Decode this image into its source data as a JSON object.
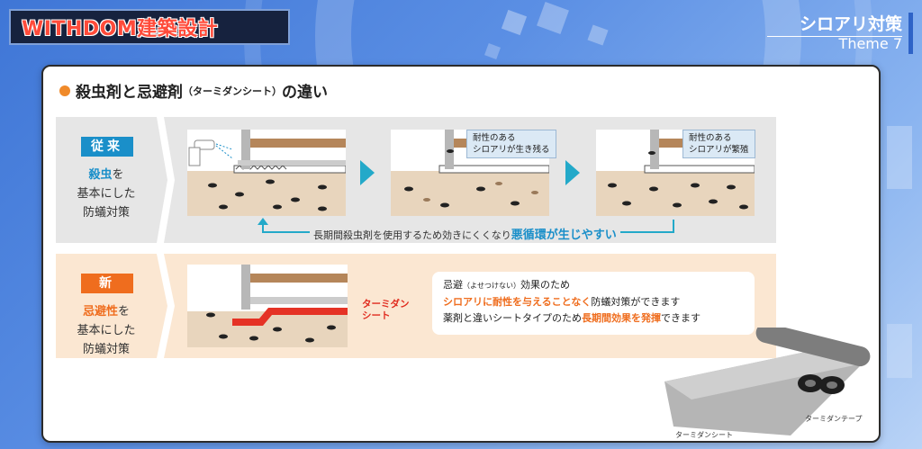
{
  "brand": {
    "logo": "WITHDOM建築設計"
  },
  "theme": {
    "title": "シロアリ対策",
    "subtitle": "Theme 7"
  },
  "section": {
    "title_main": "殺虫剤と忌避剤",
    "title_paren": "（ターミダンシート）",
    "title_tail": "の違い"
  },
  "rows": {
    "old": {
      "badge": "従来",
      "line1_hl": "殺虫",
      "line1_rest": "を",
      "line2": "基本にした",
      "line3": "防蟻対策",
      "callout1_line1": "耐性のある",
      "callout1_line2": "シロアリが生き残る",
      "callout2_line1": "耐性のある",
      "callout2_line2": "シロアリが繁殖",
      "cycle_text": "長期間殺虫剤を使用するため効きにくくなり",
      "cycle_strong": "悪循環が生じやすい"
    },
    "new": {
      "badge": "新",
      "line1_hl": "忌避性",
      "line1_rest": "を",
      "line2": "基本にした",
      "line3": "防蟻対策",
      "sheet_label1": "ターミダン",
      "sheet_label2": "シート",
      "speech_l1a": "忌避",
      "speech_l1b": "（よせつけない）",
      "speech_l1c": "効果のため",
      "speech_l2a": "シロアリに耐性を与えることなく",
      "speech_l2b": "防蟻対策ができます",
      "speech_l3a": "薬剤と違いシートタイプのため",
      "speech_l3b": "長期間効果を発揮",
      "speech_l3c": "できます"
    }
  },
  "products": {
    "sheet": "ターミダンシート",
    "tape": "ターミダンテープ"
  },
  "colors": {
    "accent_orange": "#ef6d1e",
    "accent_blue": "#1a8fc9",
    "badge_old": "#1a8fc9",
    "badge_new": "#ef6d1e",
    "arrow": "#23a9c9"
  }
}
